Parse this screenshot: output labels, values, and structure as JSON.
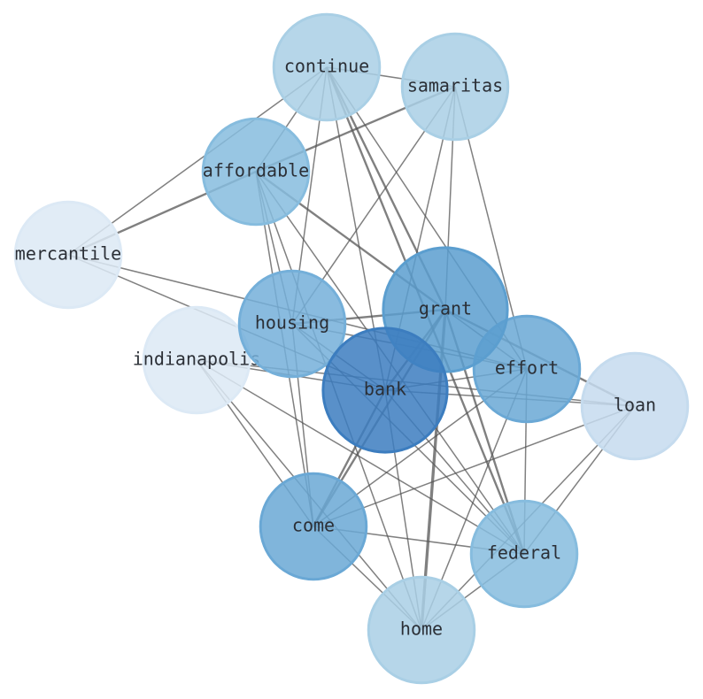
{
  "graph": {
    "nodes": [
      {
        "id": "continue",
        "label": "continue",
        "weight": 0.55,
        "color": "#a9cfe5"
      },
      {
        "id": "samaritas",
        "label": "samaritas",
        "weight": 0.55,
        "color": "#a9cfe5"
      },
      {
        "id": "affordable",
        "label": "affordable",
        "weight": 0.55,
        "color": "#86bcde"
      },
      {
        "id": "mercantile",
        "label": "mercantile",
        "weight": 0.55,
        "color": "#dce9f5"
      },
      {
        "id": "housing",
        "label": "housing",
        "weight": 0.55,
        "color": "#74afd9"
      },
      {
        "id": "indianapolis",
        "label": "indianapolis",
        "weight": 0.55,
        "color": "#dce9f5"
      },
      {
        "id": "grant",
        "label": "grant",
        "weight": 0.78,
        "color": "#5b9ecf"
      },
      {
        "id": "effort",
        "label": "effort",
        "weight": 0.55,
        "color": "#6aa8d5"
      },
      {
        "id": "loan",
        "label": "loan",
        "weight": 0.55,
        "color": "#c5dbee"
      },
      {
        "id": "bank",
        "label": "bank",
        "weight": 0.78,
        "color": "#3c7dbf"
      },
      {
        "id": "come",
        "label": "come",
        "weight": 0.55,
        "color": "#6aa8d5"
      },
      {
        "id": "federal",
        "label": "federal",
        "weight": 0.55,
        "color": "#86bcde"
      },
      {
        "id": "home",
        "label": "home",
        "weight": 0.55,
        "color": "#a9cfe5"
      }
    ],
    "edges": [
      {
        "source": "continue",
        "target": "samaritas",
        "weight": 1
      },
      {
        "source": "continue",
        "target": "affordable",
        "weight": 1
      },
      {
        "source": "continue",
        "target": "mercantile",
        "weight": 1
      },
      {
        "source": "continue",
        "target": "housing",
        "weight": 1
      },
      {
        "source": "continue",
        "target": "grant",
        "weight": 2
      },
      {
        "source": "continue",
        "target": "effort",
        "weight": 1
      },
      {
        "source": "continue",
        "target": "bank",
        "weight": 1
      },
      {
        "source": "continue",
        "target": "federal",
        "weight": 2
      },
      {
        "source": "samaritas",
        "target": "affordable",
        "weight": 2
      },
      {
        "source": "samaritas",
        "target": "housing",
        "weight": 1
      },
      {
        "source": "samaritas",
        "target": "grant",
        "weight": 1
      },
      {
        "source": "samaritas",
        "target": "effort",
        "weight": 1
      },
      {
        "source": "samaritas",
        "target": "bank",
        "weight": 1
      },
      {
        "source": "affordable",
        "target": "mercantile",
        "weight": 2
      },
      {
        "source": "affordable",
        "target": "housing",
        "weight": 1
      },
      {
        "source": "affordable",
        "target": "grant",
        "weight": 2
      },
      {
        "source": "affordable",
        "target": "come",
        "weight": 1
      },
      {
        "source": "affordable",
        "target": "federal",
        "weight": 1
      },
      {
        "source": "affordable",
        "target": "home",
        "weight": 1
      },
      {
        "source": "mercantile",
        "target": "bank",
        "weight": 1
      },
      {
        "source": "mercantile",
        "target": "effort",
        "weight": 1
      },
      {
        "source": "housing",
        "target": "grant",
        "weight": 2
      },
      {
        "source": "housing",
        "target": "effort",
        "weight": 1
      },
      {
        "source": "housing",
        "target": "bank",
        "weight": 1
      },
      {
        "source": "housing",
        "target": "come",
        "weight": 1
      },
      {
        "source": "housing",
        "target": "federal",
        "weight": 1
      },
      {
        "source": "indianapolis",
        "target": "bank",
        "weight": 1
      },
      {
        "source": "indianapolis",
        "target": "loan",
        "weight": 1
      },
      {
        "source": "indianapolis",
        "target": "come",
        "weight": 1
      },
      {
        "source": "indianapolis",
        "target": "federal",
        "weight": 1
      },
      {
        "source": "indianapolis",
        "target": "home",
        "weight": 1
      },
      {
        "source": "grant",
        "target": "effort",
        "weight": 1
      },
      {
        "source": "grant",
        "target": "loan",
        "weight": 2
      },
      {
        "source": "grant",
        "target": "bank",
        "weight": 2
      },
      {
        "source": "grant",
        "target": "come",
        "weight": 2
      },
      {
        "source": "grant",
        "target": "federal",
        "weight": 2
      },
      {
        "source": "grant",
        "target": "home",
        "weight": 3
      },
      {
        "source": "effort",
        "target": "bank",
        "weight": 1
      },
      {
        "source": "effort",
        "target": "come",
        "weight": 1
      },
      {
        "source": "effort",
        "target": "federal",
        "weight": 1
      },
      {
        "source": "effort",
        "target": "home",
        "weight": 1
      },
      {
        "source": "loan",
        "target": "bank",
        "weight": 1
      },
      {
        "source": "loan",
        "target": "come",
        "weight": 1
      },
      {
        "source": "loan",
        "target": "federal",
        "weight": 1
      },
      {
        "source": "loan",
        "target": "home",
        "weight": 1
      },
      {
        "source": "bank",
        "target": "come",
        "weight": 2
      },
      {
        "source": "bank",
        "target": "federal",
        "weight": 1
      },
      {
        "source": "bank",
        "target": "home",
        "weight": 1
      },
      {
        "source": "come",
        "target": "federal",
        "weight": 1
      },
      {
        "source": "come",
        "target": "home",
        "weight": 1
      },
      {
        "source": "federal",
        "target": "home",
        "weight": 1
      }
    ]
  }
}
